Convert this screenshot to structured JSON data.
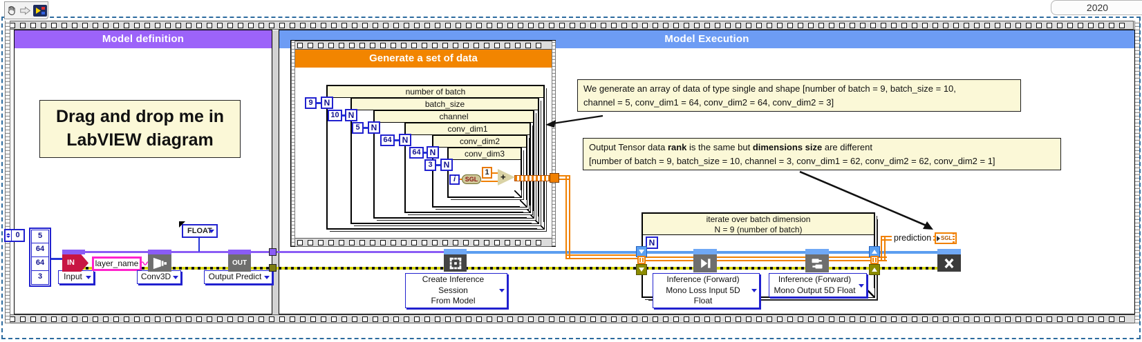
{
  "window": {
    "year_badge": "2020"
  },
  "toolbar": {
    "tools": [
      "hand-tool",
      "navigate-arrow-tool",
      "labview-vi-tool"
    ]
  },
  "frames": {
    "definition_title": "Model definition",
    "execution_title": "Model Execution",
    "generate_title": "Generate a set of data"
  },
  "definition": {
    "drag_note_line1": "Drag and drop me in",
    "drag_note_line2": "LabVIEW diagram",
    "index_constant": "0",
    "shape_values": [
      "5",
      "64",
      "64",
      "3"
    ],
    "in_terminal": "IN",
    "in_selector": "Input",
    "layer_name_value": "layer_name",
    "conv_selector": "Conv3D",
    "float_selector": "FLOAT",
    "out_terminal": "OUT",
    "out_selector": "Output Predict"
  },
  "generate": {
    "loops": [
      {
        "label": "number of batch",
        "count": "9"
      },
      {
        "label": "batch_size",
        "count": "10"
      },
      {
        "label": "channel",
        "count": "5"
      },
      {
        "label": "conv_dim1",
        "count": "64"
      },
      {
        "label": "conv_dim2",
        "count": "64"
      },
      {
        "label": "conv_dim3",
        "count": "3"
      }
    ],
    "n_terminal": "N",
    "iteration_terminal": "i",
    "sgl_conversion": "SGL",
    "increment_constant": "1",
    "add_operator": "+"
  },
  "comments": {
    "c1_line1": "We generate an array of data of type single and shape [number of batch = 9, batch_size = 10,",
    "c1_line2": "channel = 5, conv_dim1 = 64, conv_dim2 = 64, conv_dim2 = 3]",
    "c2_seg1": "Output Tensor data ",
    "c2_bold1": "rank",
    "c2_seg2": " is the same but ",
    "c2_bold2": "dimensions size",
    "c2_seg3": " are different",
    "c2_line2": "[number of batch = 9, batch_size = 10, channel = 3, conv_dim1 = 62, conv_dim2 = 62, conv_dim2 = 1]"
  },
  "execution": {
    "create_session_line1": "Create Inference Session",
    "create_session_line2": "From Model",
    "batch_loop_line1": "iterate over batch dimension",
    "batch_loop_line2": "N = 9 (number of batch)",
    "n_terminal": "N",
    "inference_a_line1": "Inference (Forward)",
    "inference_a_line2": "Mono Loss Input 5D Float",
    "inference_b_line1": "Inference (Forward)",
    "inference_b_line2": "Mono Output 5D Float",
    "prediction_label": "prediction",
    "prediction_type": "SGL"
  },
  "colors": {
    "definition_header": "#9c63f9",
    "execution_header": "#6d9cf4",
    "generate_header": "#f28500",
    "comment_bg": "#fbf8d7",
    "wire_purple": "#8a5cf5",
    "wire_blue": "#5c9ef0",
    "wire_orange": "#f08000",
    "error_wire": "#d8d800"
  }
}
